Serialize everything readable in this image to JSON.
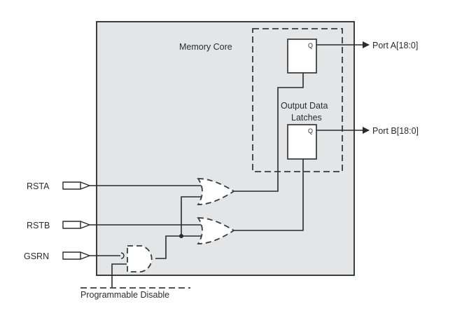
{
  "diagram": {
    "memory_core_label": "Memory Core",
    "output_latches_label_line1": "Output Data",
    "output_latches_label_line2": "Latches",
    "latch_a_output": "Q",
    "latch_b_output": "Q",
    "port_a_label": "Port A[18:0]",
    "port_b_label": "Port B[18:0]",
    "inputs": [
      {
        "name": "RSTA"
      },
      {
        "name": "RSTB"
      },
      {
        "name": "GSRN"
      }
    ],
    "programmable_disable_label": "Programmable Disable",
    "colors": {
      "block_fill": "#e4e5e6",
      "line": "#2b2b2b",
      "latch_fill": "#ffffff"
    }
  }
}
